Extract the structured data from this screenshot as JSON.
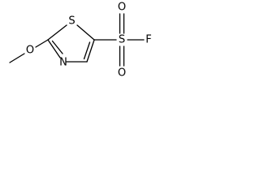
{
  "molecule": {
    "atoms": {
      "oxygen_methoxy": "O",
      "sulfur_ring": "S",
      "nitrogen_ring": "N",
      "sulfur_sulfonyl": "S",
      "oxygen_top": "O",
      "oxygen_bottom": "O",
      "fluorine": "F"
    },
    "colors": {
      "bond": "#000000",
      "label": "#000000",
      "background": "#ffffff"
    }
  }
}
